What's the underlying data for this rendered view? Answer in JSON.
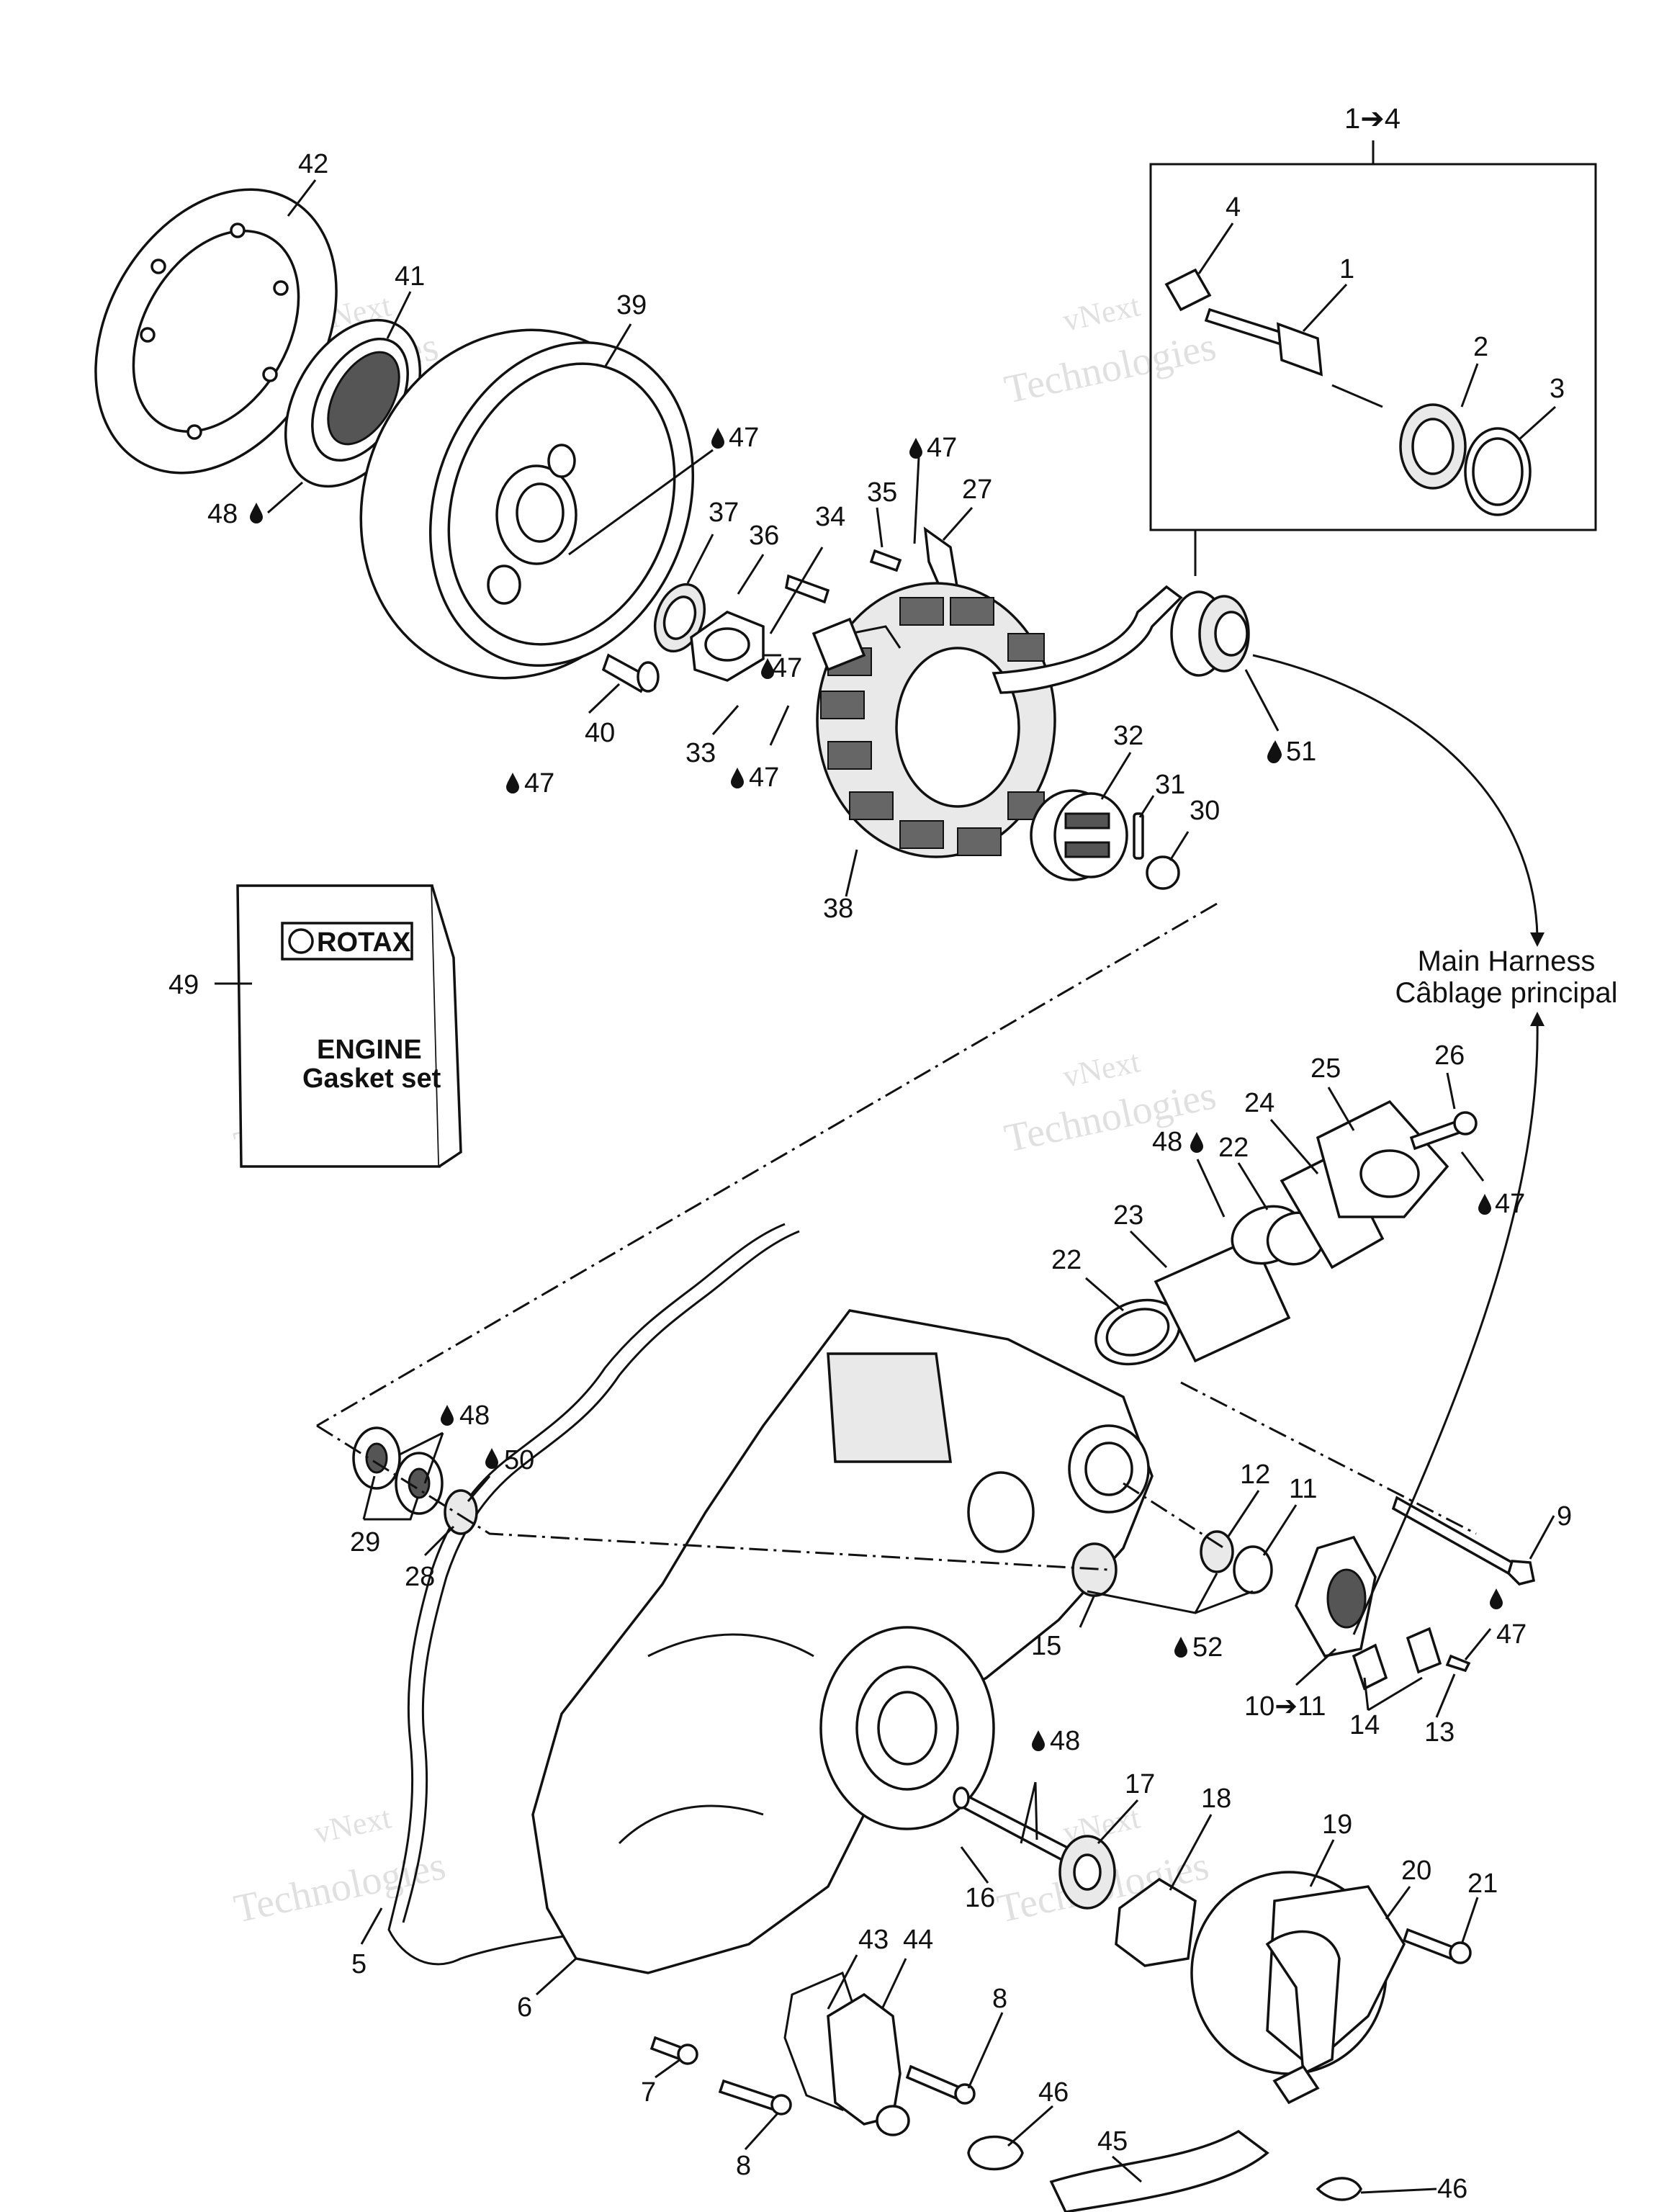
{
  "watermark": {
    "line1": "vNext",
    "line2": "Technologies",
    "full": "vNext Technologies"
  },
  "kit_label": "1➔4",
  "harness": {
    "line1": "Main Harness",
    "line2": "Câblage principal"
  },
  "booklet": {
    "brand": "ROTAX",
    "title": "ENGINE",
    "subtitle": "Gasket set"
  },
  "part_labels": [
    {
      "id": "p42",
      "text": "42"
    },
    {
      "id": "p41",
      "text": "41"
    },
    {
      "id": "p39",
      "text": "39"
    },
    {
      "id": "p48a",
      "text": "48"
    },
    {
      "id": "p47a",
      "text": "47"
    },
    {
      "id": "p37",
      "text": "37"
    },
    {
      "id": "p36",
      "text": "36"
    },
    {
      "id": "p34",
      "text": "34"
    },
    {
      "id": "p35",
      "text": "35"
    },
    {
      "id": "p47b",
      "text": "47"
    },
    {
      "id": "p27",
      "text": "27"
    },
    {
      "id": "p47c",
      "text": "47"
    },
    {
      "id": "p40",
      "text": "40"
    },
    {
      "id": "p33",
      "text": "33"
    },
    {
      "id": "p47d",
      "text": "47"
    },
    {
      "id": "p47e",
      "text": "47"
    },
    {
      "id": "p38",
      "text": "38"
    },
    {
      "id": "p32",
      "text": "32"
    },
    {
      "id": "p31",
      "text": "31"
    },
    {
      "id": "p30",
      "text": "30"
    },
    {
      "id": "p51",
      "text": "51"
    },
    {
      "id": "p4",
      "text": "4"
    },
    {
      "id": "p1",
      "text": "1"
    },
    {
      "id": "p2",
      "text": "2"
    },
    {
      "id": "p3",
      "text": "3"
    },
    {
      "id": "p49",
      "text": "49"
    },
    {
      "id": "p25",
      "text": "25"
    },
    {
      "id": "p26",
      "text": "26"
    },
    {
      "id": "p24",
      "text": "24"
    },
    {
      "id": "p48b",
      "text": "48"
    },
    {
      "id": "p22a",
      "text": "22"
    },
    {
      "id": "p23",
      "text": "23"
    },
    {
      "id": "p22b",
      "text": "22"
    },
    {
      "id": "p47f",
      "text": "47"
    },
    {
      "id": "p48c",
      "text": "48"
    },
    {
      "id": "p50",
      "text": "50"
    },
    {
      "id": "p29",
      "text": "29"
    },
    {
      "id": "p28",
      "text": "28"
    },
    {
      "id": "p12",
      "text": "12"
    },
    {
      "id": "p11",
      "text": "11"
    },
    {
      "id": "p9",
      "text": "9"
    },
    {
      "id": "p15",
      "text": "15"
    },
    {
      "id": "p52",
      "text": "52"
    },
    {
      "id": "p10",
      "text": "10➔11"
    },
    {
      "id": "p14",
      "text": "14"
    },
    {
      "id": "p13",
      "text": "13"
    },
    {
      "id": "p47g",
      "text": "47"
    },
    {
      "id": "p48d",
      "text": "48"
    },
    {
      "id": "p17",
      "text": "17"
    },
    {
      "id": "p18",
      "text": "18"
    },
    {
      "id": "p19",
      "text": "19"
    },
    {
      "id": "p20",
      "text": "20"
    },
    {
      "id": "p21",
      "text": "21"
    },
    {
      "id": "p16",
      "text": "16"
    },
    {
      "id": "p5",
      "text": "5"
    },
    {
      "id": "p43",
      "text": "43"
    },
    {
      "id": "p44",
      "text": "44"
    },
    {
      "id": "p6",
      "text": "6"
    },
    {
      "id": "p7",
      "text": "7"
    },
    {
      "id": "p8a",
      "text": "8"
    },
    {
      "id": "p8b",
      "text": "8"
    },
    {
      "id": "p46a",
      "text": "46"
    },
    {
      "id": "p45",
      "text": "45"
    },
    {
      "id": "p46b",
      "text": "46"
    }
  ]
}
